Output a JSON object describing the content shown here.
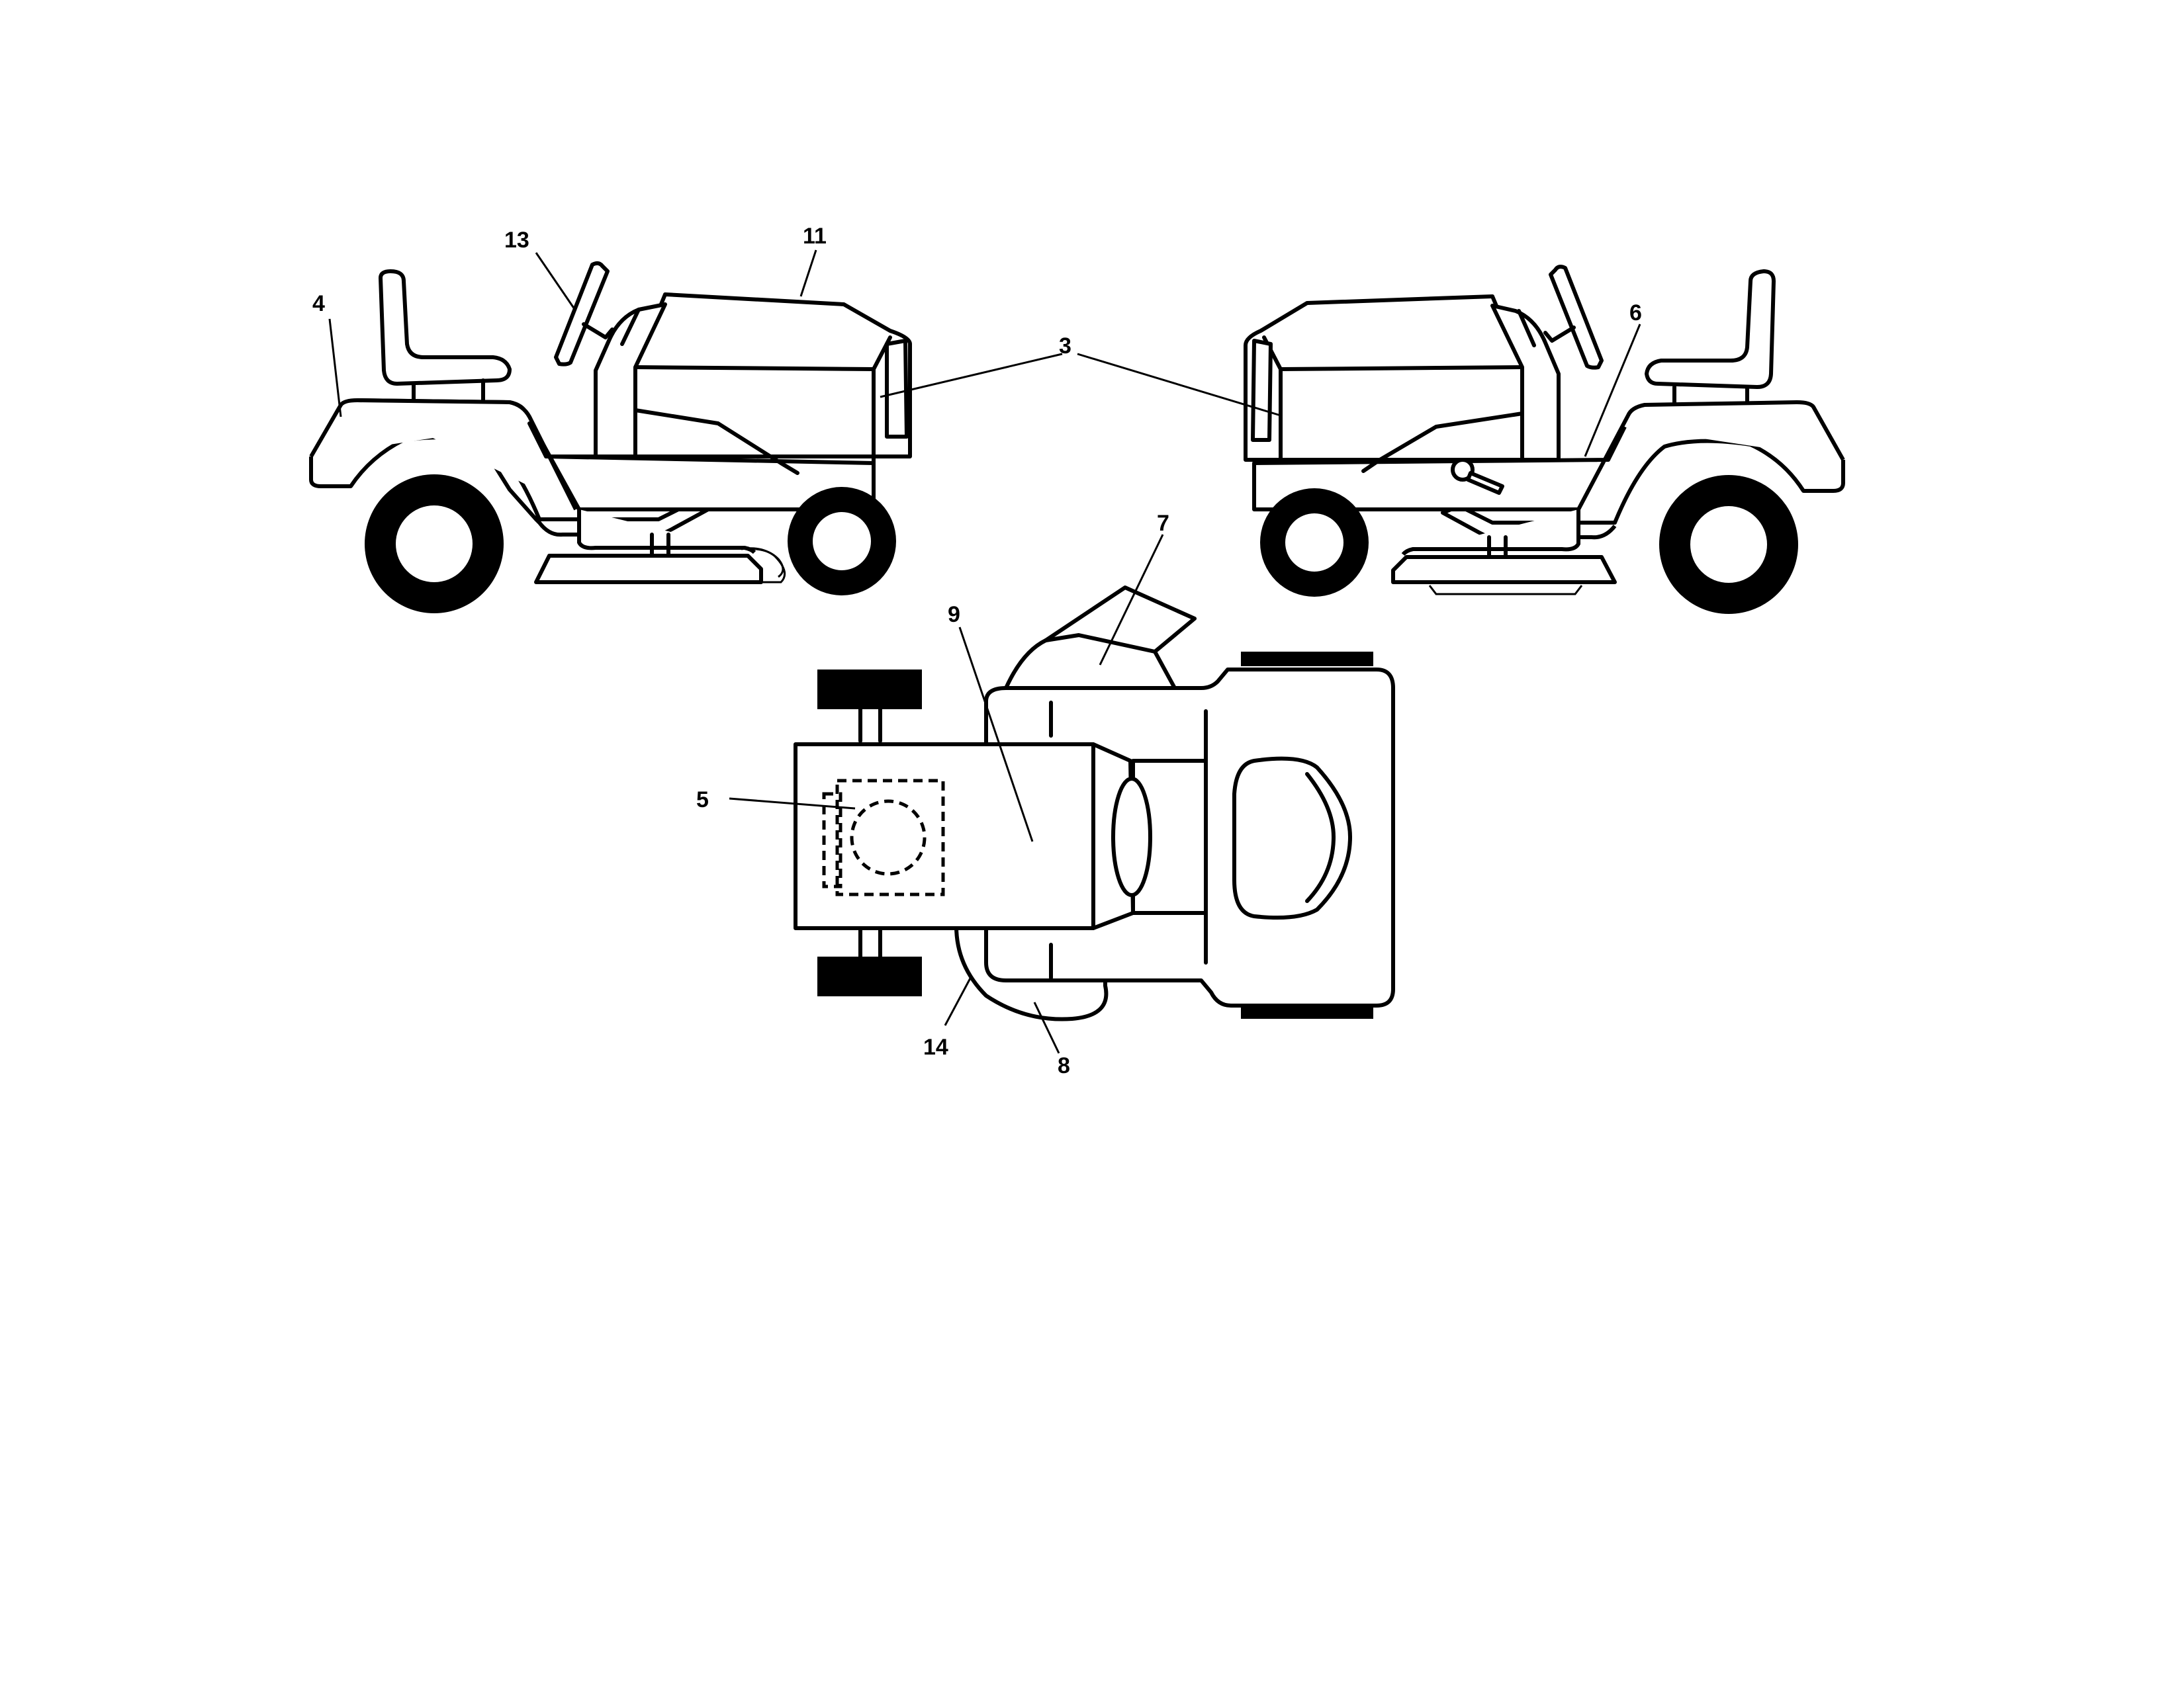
{
  "labels": {
    "l3": "3",
    "l4": "4",
    "l5": "5",
    "l6": "6",
    "l7": "7",
    "l8": "8",
    "l9": "9",
    "l11": "11",
    "l13": "13",
    "l14": "14"
  }
}
